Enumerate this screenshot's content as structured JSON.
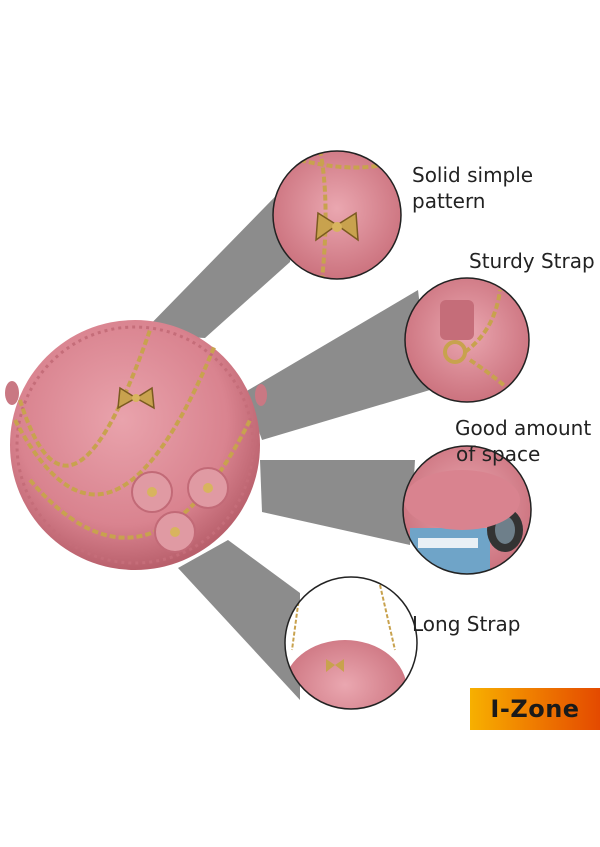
{
  "features": [
    {
      "line1": "Solid simple",
      "line2": "pattern"
    },
    {
      "line1": "Sturdy Strap"
    },
    {
      "line1": "Good amount",
      "line2": "of space"
    },
    {
      "line1": "Long Strap"
    }
  ],
  "brand": {
    "name": "I-Zone"
  },
  "colors": {
    "bag": "#d9838f",
    "bag_dark": "#b9606c",
    "bag_light": "#eaa7b0",
    "beam": "#8c8c8c",
    "gold": "#c8a24e",
    "brand_orange": "#f08000"
  }
}
